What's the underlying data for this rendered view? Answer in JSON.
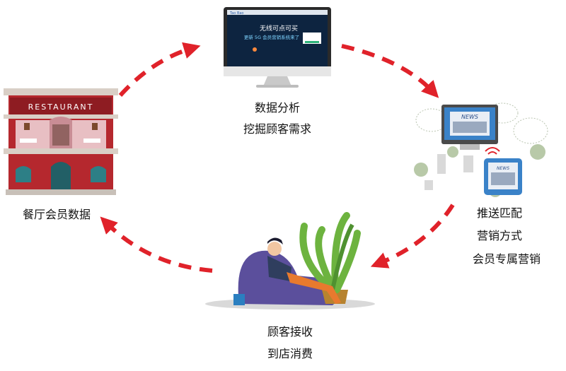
{
  "restaurant": {
    "sign": "RESTAURANT"
  },
  "monitor": {
    "brand": "Tao Bao",
    "headline_1": "无线可点可买",
    "headline_2": "更新 5G 会员营销系统来了"
  },
  "news": {
    "sign": "NEWS",
    "tablet_sign": "NEWS"
  },
  "labels": {
    "top": [
      "数据分析",
      "挖掘顾客需求"
    ],
    "right": [
      "推送匹配",
      "营销方式",
      "会员专属营销"
    ],
    "bottom": [
      "顾客接收",
      "到店消费"
    ],
    "left": [
      "餐厅会员数据"
    ]
  },
  "colors": {
    "arrow": "#e0222a",
    "restaurant_wall": "#b5282e",
    "restaurant_pink": "#e8bfc3",
    "monitor_screen": "#0d2440",
    "sofa": "#5b4f9c",
    "plant": "#6db33f",
    "news_blue": "#3a82c8"
  }
}
